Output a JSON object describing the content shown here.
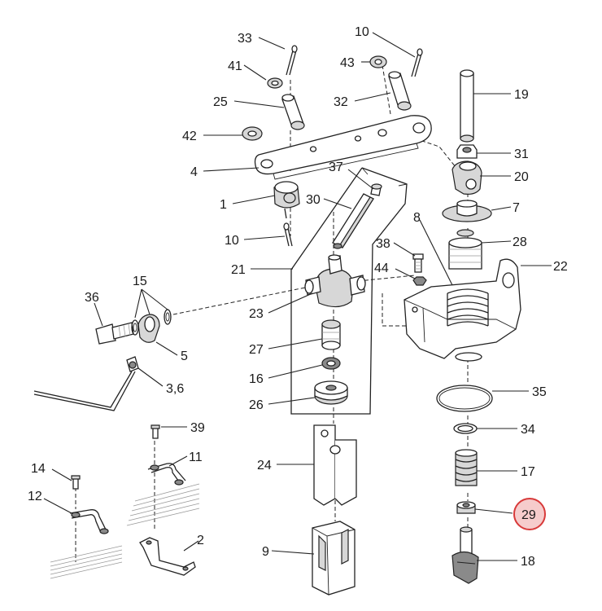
{
  "callouts": [
    {
      "id": "33",
      "text": "33"
    },
    {
      "id": "10a",
      "text": "10"
    },
    {
      "id": "41",
      "text": "41"
    },
    {
      "id": "43",
      "text": "43"
    },
    {
      "id": "25",
      "text": "25"
    },
    {
      "id": "32",
      "text": "32"
    },
    {
      "id": "19",
      "text": "19"
    },
    {
      "id": "42",
      "text": "42"
    },
    {
      "id": "31",
      "text": "31"
    },
    {
      "id": "4",
      "text": "4"
    },
    {
      "id": "37",
      "text": "37"
    },
    {
      "id": "20",
      "text": "20"
    },
    {
      "id": "1",
      "text": "1"
    },
    {
      "id": "30",
      "text": "30"
    },
    {
      "id": "7",
      "text": "7"
    },
    {
      "id": "8",
      "text": "8"
    },
    {
      "id": "10b",
      "text": "10"
    },
    {
      "id": "38",
      "text": "38"
    },
    {
      "id": "28",
      "text": "28"
    },
    {
      "id": "21",
      "text": "21"
    },
    {
      "id": "44",
      "text": "44"
    },
    {
      "id": "22",
      "text": "22"
    },
    {
      "id": "15",
      "text": "15"
    },
    {
      "id": "36",
      "text": "36"
    },
    {
      "id": "23",
      "text": "23"
    },
    {
      "id": "5",
      "text": "5"
    },
    {
      "id": "27",
      "text": "27"
    },
    {
      "id": "16",
      "text": "16"
    },
    {
      "id": "3_6",
      "text": "3,6"
    },
    {
      "id": "35",
      "text": "35"
    },
    {
      "id": "26",
      "text": "26"
    },
    {
      "id": "39",
      "text": "39"
    },
    {
      "id": "34",
      "text": "34"
    },
    {
      "id": "11",
      "text": "11"
    },
    {
      "id": "24",
      "text": "24"
    },
    {
      "id": "17",
      "text": "17"
    },
    {
      "id": "14",
      "text": "14"
    },
    {
      "id": "12",
      "text": "12"
    },
    {
      "id": "29",
      "text": "29"
    },
    {
      "id": "2",
      "text": "2"
    },
    {
      "id": "9",
      "text": "9"
    },
    {
      "id": "18",
      "text": "18"
    }
  ],
  "highlighted_callout": "29",
  "highlight_color": "#d83a3a",
  "highlight_fill": "#f6cccc"
}
